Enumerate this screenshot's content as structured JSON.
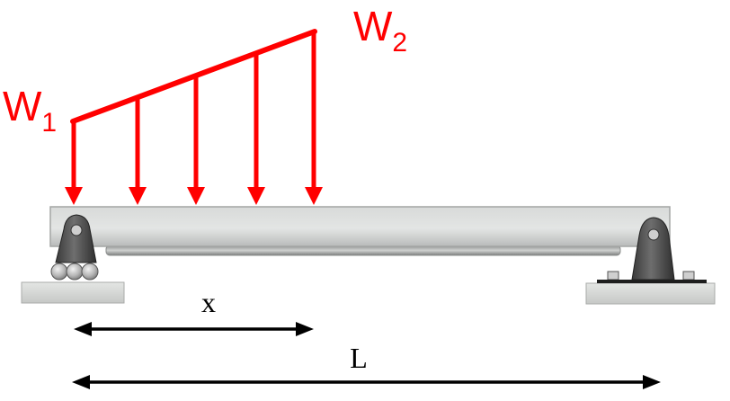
{
  "diagram": {
    "labels": {
      "load_start": {
        "letter": "W",
        "subscript": "1"
      },
      "load_end": {
        "letter": "W",
        "subscript": "2"
      },
      "distance": "x",
      "span": "L"
    },
    "colors": {
      "load": "#ff0000",
      "beam": "#c9cbca",
      "support": "#4a4a4a",
      "ground": "#d6d8d6",
      "dimension": "#000000"
    }
  }
}
